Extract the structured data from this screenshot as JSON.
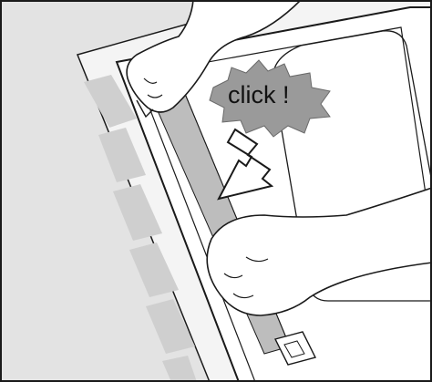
{
  "illustration": {
    "callout_text": "click !",
    "colors": {
      "background": "#e3e3e3",
      "cloth_light": "#f4f4f4",
      "cloth_stripe": "#cfcfcf",
      "panel": "#ffffff",
      "channel": "#bdbdbd",
      "burst": "#9a9a9a",
      "outline": "#1a1a1a"
    },
    "icons": {
      "callout": "starburst-callout",
      "arrow": "zigzag-down-arrow",
      "hands": "pressing-hands"
    }
  }
}
